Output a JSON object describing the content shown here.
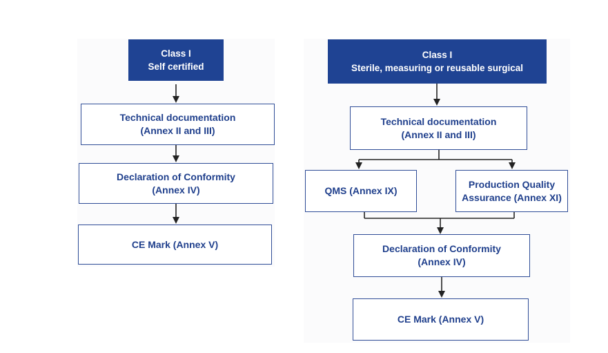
{
  "colors": {
    "header_fill": "#1f4393",
    "box_border": "#2d4b96",
    "box_text": "#1f3f8c",
    "arrow": "#222222"
  },
  "left_flow": {
    "header": {
      "line1": "Class I",
      "line2": "Self certified"
    },
    "technical_documentation": {
      "line1": "Technical documentation",
      "line2": "(Annex II and III)"
    },
    "declaration_of_conformity": {
      "line1": "Declaration of Conformity",
      "line2": "(Annex IV)"
    },
    "ce_mark": {
      "line1": "CE Mark (Annex V)"
    }
  },
  "right_flow": {
    "header": {
      "line1": "Class I",
      "line2": "Sterile, measuring or reusable surgical"
    },
    "technical_documentation": {
      "line1": "Technical documentation",
      "line2": "(Annex II and III)"
    },
    "qms": {
      "line1": "QMS (Annex IX)"
    },
    "production_quality_assurance": {
      "line1": "Production Quality",
      "line2": "Assurance (Annex XI)"
    },
    "declaration_of_conformity": {
      "line1": "Declaration of Conformity",
      "line2": "(Annex IV)"
    },
    "ce_mark": {
      "line1": "CE Mark (Annex V)"
    }
  }
}
